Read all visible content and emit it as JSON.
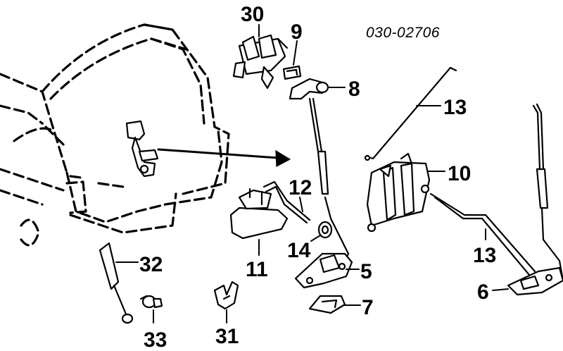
{
  "diagram_code": "030-02706",
  "callouts": [
    {
      "id": "c30",
      "label": "30"
    },
    {
      "id": "c9",
      "label": "9"
    },
    {
      "id": "c8",
      "label": "8"
    },
    {
      "id": "c13a",
      "label": "13"
    },
    {
      "id": "c10",
      "label": "10"
    },
    {
      "id": "c12",
      "label": "12"
    },
    {
      "id": "c14",
      "label": "14"
    },
    {
      "id": "c11",
      "label": "11"
    },
    {
      "id": "c5",
      "label": "5"
    },
    {
      "id": "c13b",
      "label": "13"
    },
    {
      "id": "c6",
      "label": "6"
    },
    {
      "id": "c7",
      "label": "7"
    },
    {
      "id": "c32",
      "label": "32"
    },
    {
      "id": "c33",
      "label": "33"
    },
    {
      "id": "c31",
      "label": "31"
    }
  ]
}
